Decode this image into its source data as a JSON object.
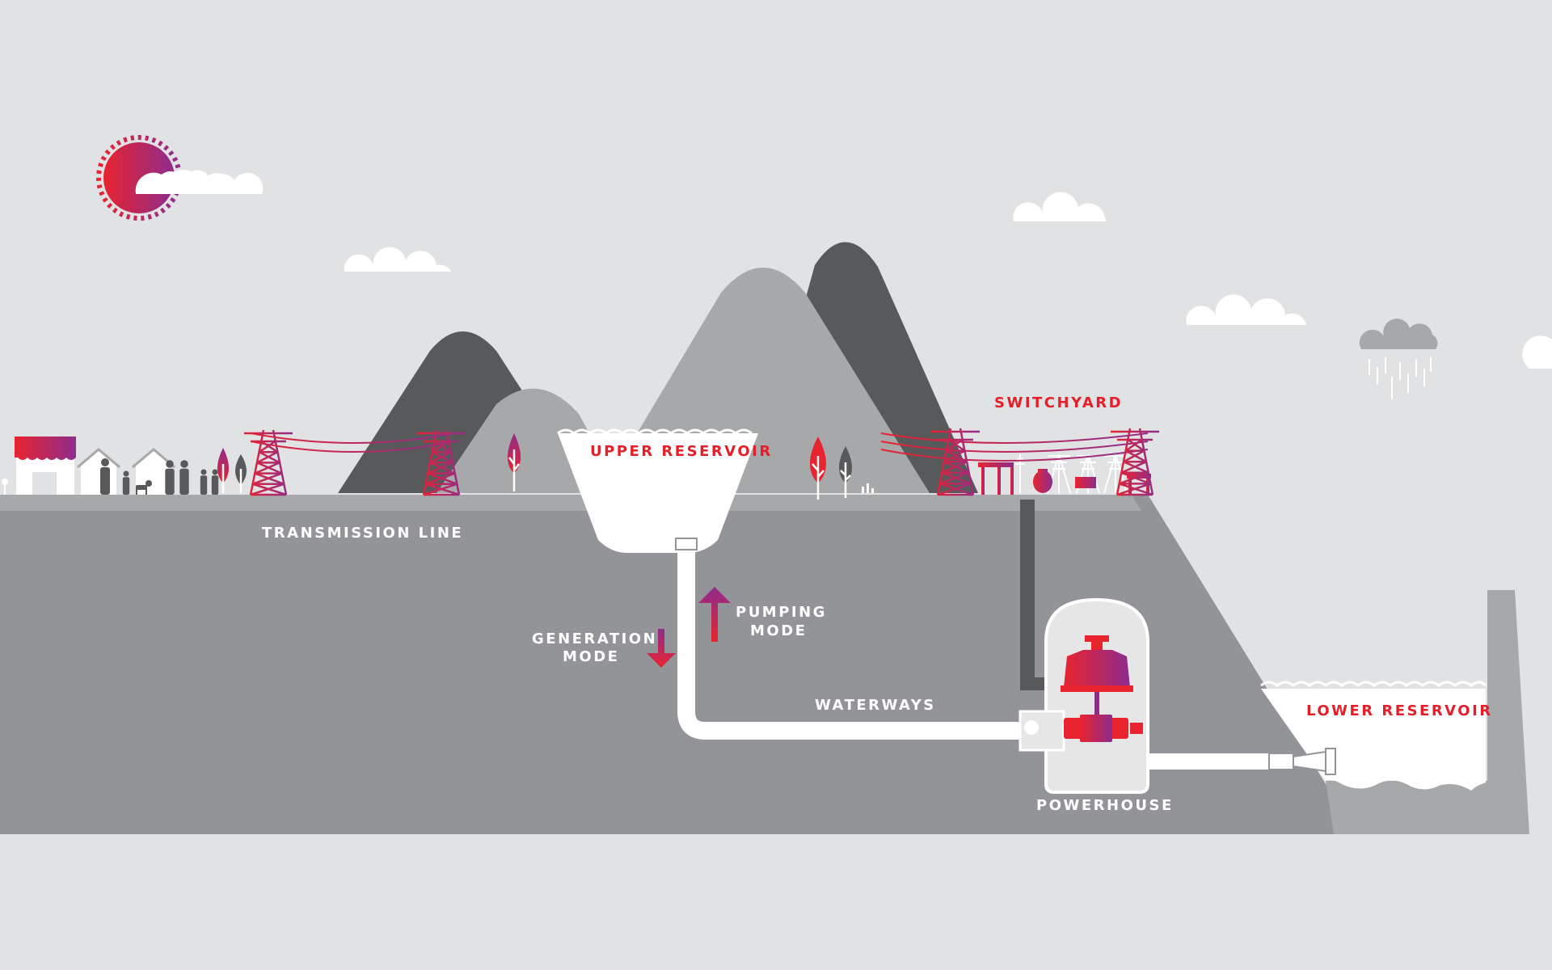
{
  "labels": {
    "switchyard": "SWITCHYARD",
    "upper_reservoir": "UPPER RESERVOIR",
    "transmission_line": "TRANSMISSION LINE",
    "pumping_mode": [
      "PUMPING",
      "MODE"
    ],
    "generation_mode": [
      "GENERATION",
      "MODE"
    ],
    "waterways": "WATERWAYS",
    "lower_reservoir": "LOWER RESERVOIR",
    "powerhouse": "POWERHOUSE"
  },
  "colors": {
    "background": "#e1e2e4",
    "ground": "#939497",
    "mountain_dark": "#58595b",
    "mountain_mid": "#a7a8aa",
    "accent_red": "#e8242e",
    "accent_purple": "#8e2c8e",
    "label_red": "#e41f2a",
    "label_white": "#ffffff"
  },
  "icons": {
    "sun": "sun-icon",
    "cloud": "cloud-icon",
    "rain_cloud": "rain-cloud-icon",
    "tree": "tree-icon",
    "house": "house-icon",
    "shop": "shop-icon",
    "person": "person-icon",
    "dog": "dog-icon",
    "pylon": "pylon-icon",
    "turbine": "turbine-icon",
    "arrow_up": "arrow-up-icon",
    "arrow_down": "arrow-down-icon"
  }
}
